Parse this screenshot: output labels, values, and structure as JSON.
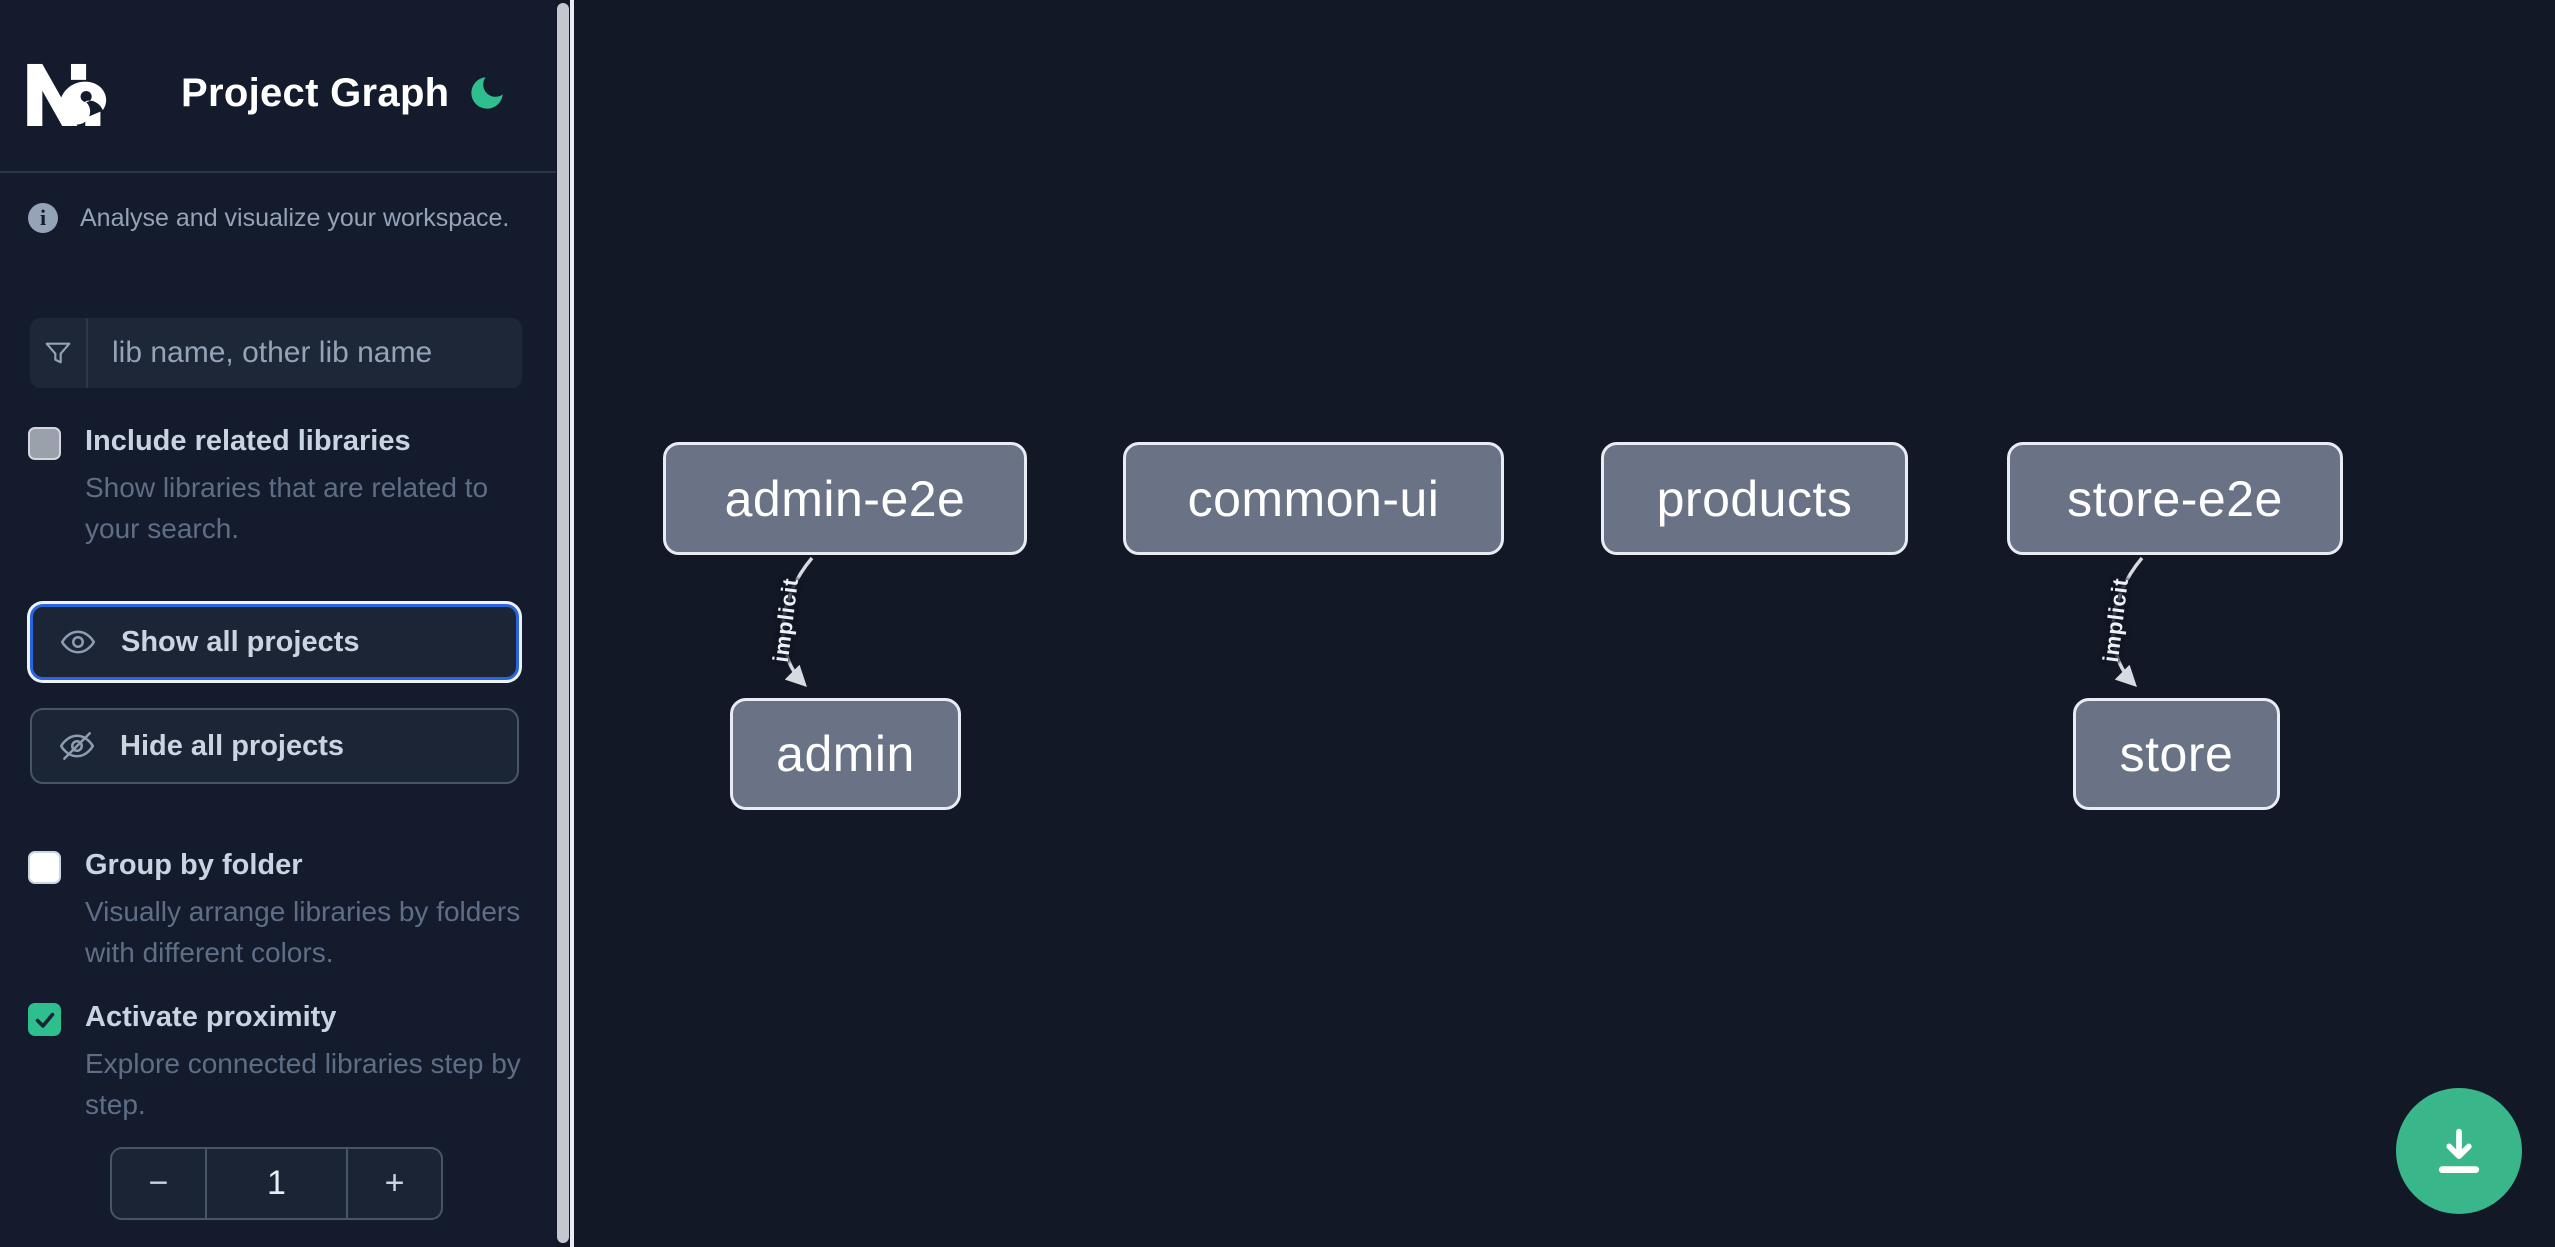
{
  "app": {
    "title": "Project Graph"
  },
  "sidebar": {
    "info_text": "Analyse and visualize your workspace.",
    "search_placeholder": "lib name, other lib name",
    "include_related": {
      "label": "Include related libraries",
      "description": "Show libraries that are related to your search.",
      "checked": false
    },
    "show_all_label": "Show all projects",
    "hide_all_label": "Hide all projects",
    "group_by_folder": {
      "label": "Group by folder",
      "description": "Visually arrange libraries by folders with different colors.",
      "checked": false
    },
    "activate_proximity": {
      "label": "Activate proximity",
      "description": "Explore connected libraries step by step.",
      "checked": true
    },
    "proximity_stepper": {
      "decrement_label": "−",
      "value": "1",
      "increment_label": "+"
    }
  },
  "graph": {
    "nodes": [
      {
        "label": "admin-e2e"
      },
      {
        "label": "common-ui"
      },
      {
        "label": "products"
      },
      {
        "label": "store-e2e"
      },
      {
        "label": "admin"
      },
      {
        "label": "store"
      }
    ],
    "edges": [
      {
        "from": "admin-e2e",
        "to": "admin",
        "label": "implicit"
      },
      {
        "from": "store-e2e",
        "to": "store",
        "label": "implicit"
      }
    ]
  },
  "colors": {
    "accent_green": "#2fbf8f",
    "fab_green": "#3ab78a",
    "focus_blue": "#2866e0",
    "node_fill": "#6a7386",
    "sidebar_bg": "#141b2c",
    "canvas_bg": "#121826"
  }
}
